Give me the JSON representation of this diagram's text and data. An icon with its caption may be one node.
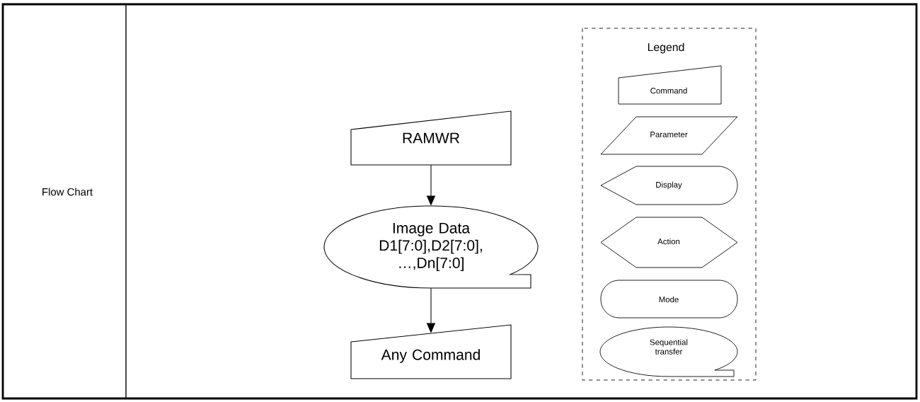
{
  "diagram": {
    "nodes": [
      {
        "text": [
          "RAMWR"
        ]
      },
      {
        "text": [
          "Image Data D1[7:0],D2[7:0], …,Dn[7:0]"
        ]
      },
      {
        "text": [
          "Any Command"
        ]
      }
    ],
    "edges": [
      {
        "from": 0,
        "to": 1,
        "arrow": "to"
      },
      {
        "from": 1,
        "to": 2,
        "arrow": "to"
      }
    ],
    "labels": [
      "Flow Chart",
      "Legend"
    ],
    "legend": [
      {
        "text": "Command"
      },
      {
        "text": "Parameter"
      },
      {
        "text": "Display"
      },
      {
        "text": "Action"
      },
      {
        "text": "Mode"
      },
      {
        "text": "Sequential transfer"
      }
    ]
  }
}
